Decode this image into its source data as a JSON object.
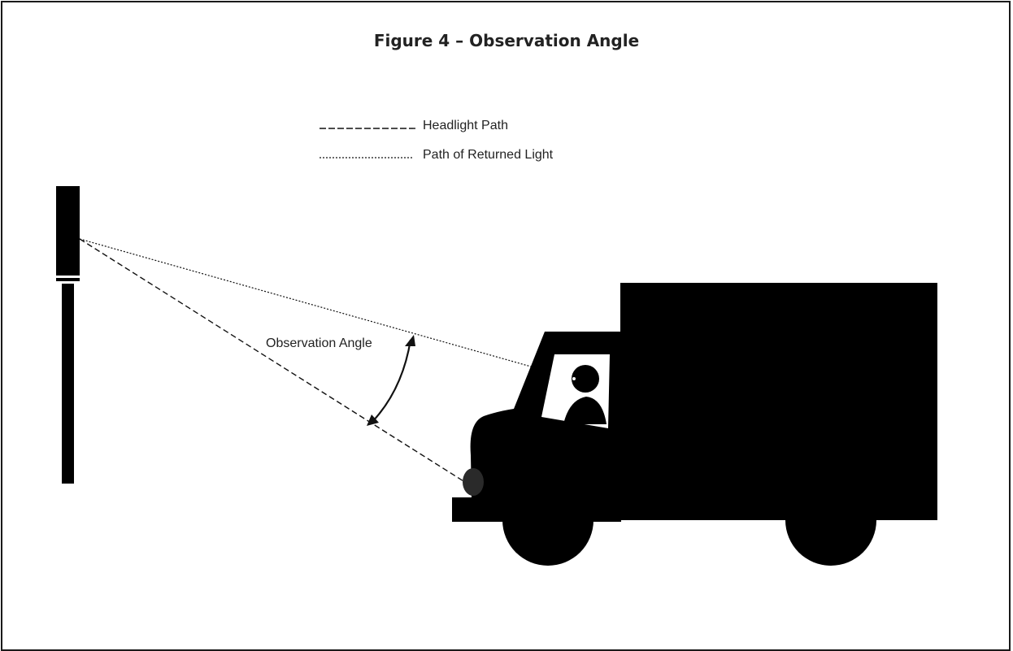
{
  "figure": {
    "title": "Figure 4 – Observation Angle"
  },
  "legend": {
    "headlight_path": "Headlight Path",
    "returned_light": "Path of Returned Light"
  },
  "labels": {
    "observation_angle": "Observation Angle"
  },
  "colors": {
    "silhouette": "#000000",
    "headlight": "#2a2a2a",
    "stroke": "#1a1a1a",
    "background": "#ffffff"
  }
}
